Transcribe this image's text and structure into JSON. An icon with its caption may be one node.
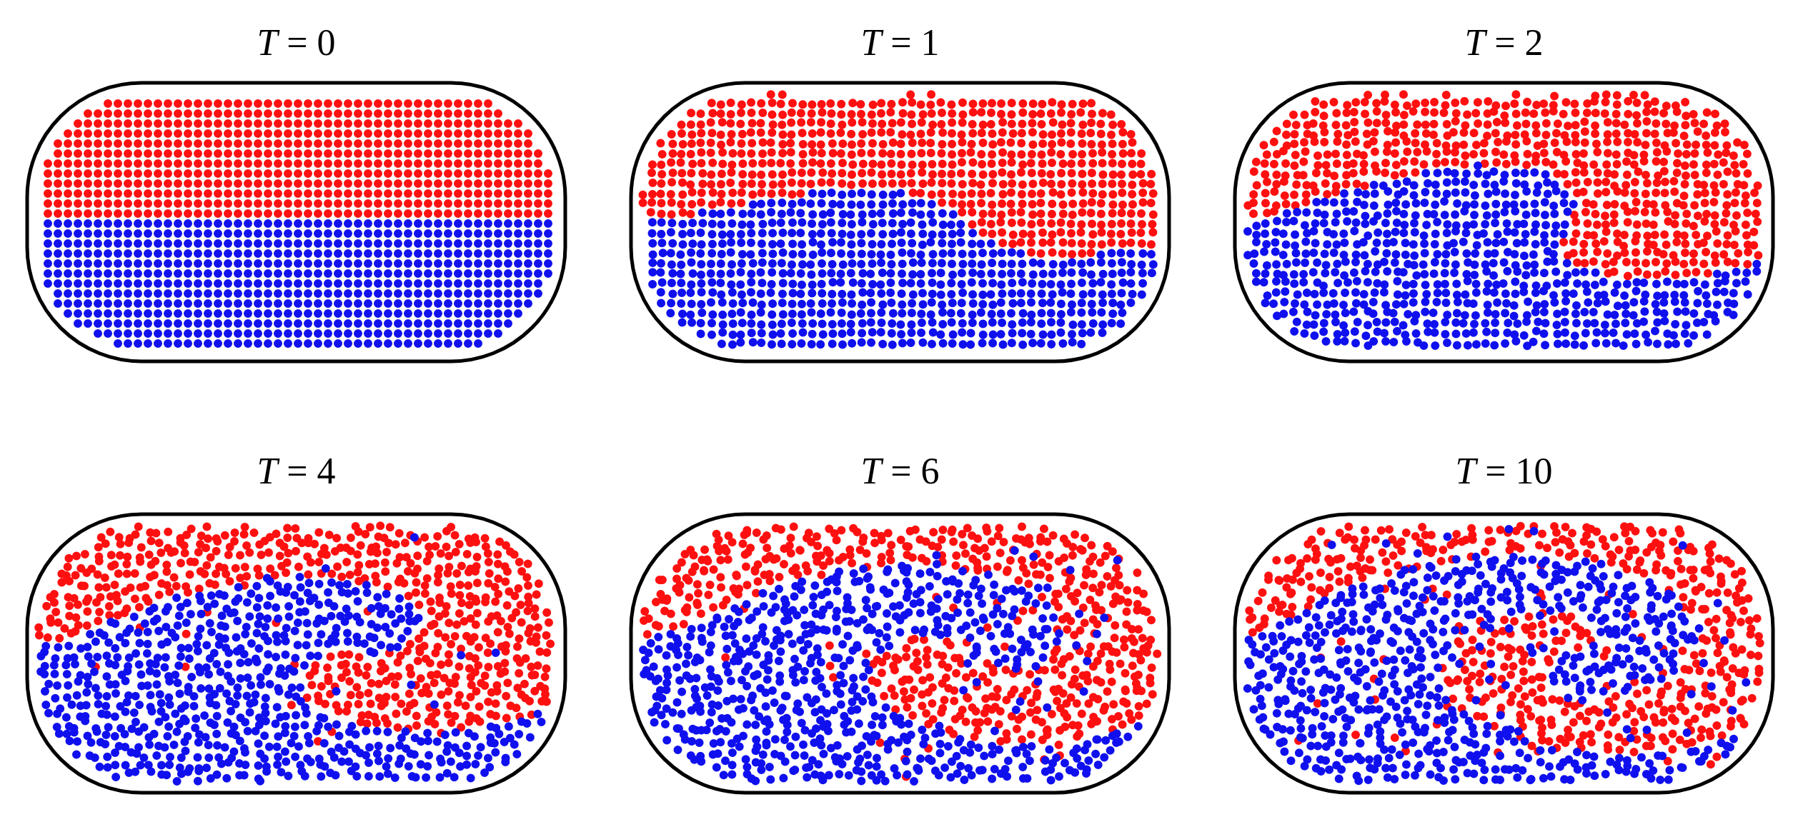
{
  "diagram": {
    "labels": [
      "*T* = 0",
      "*T* = 1",
      "*T* = 2",
      "*T* = 4",
      "*T* = 6",
      "*T* = 10"
    ]
  }
}
